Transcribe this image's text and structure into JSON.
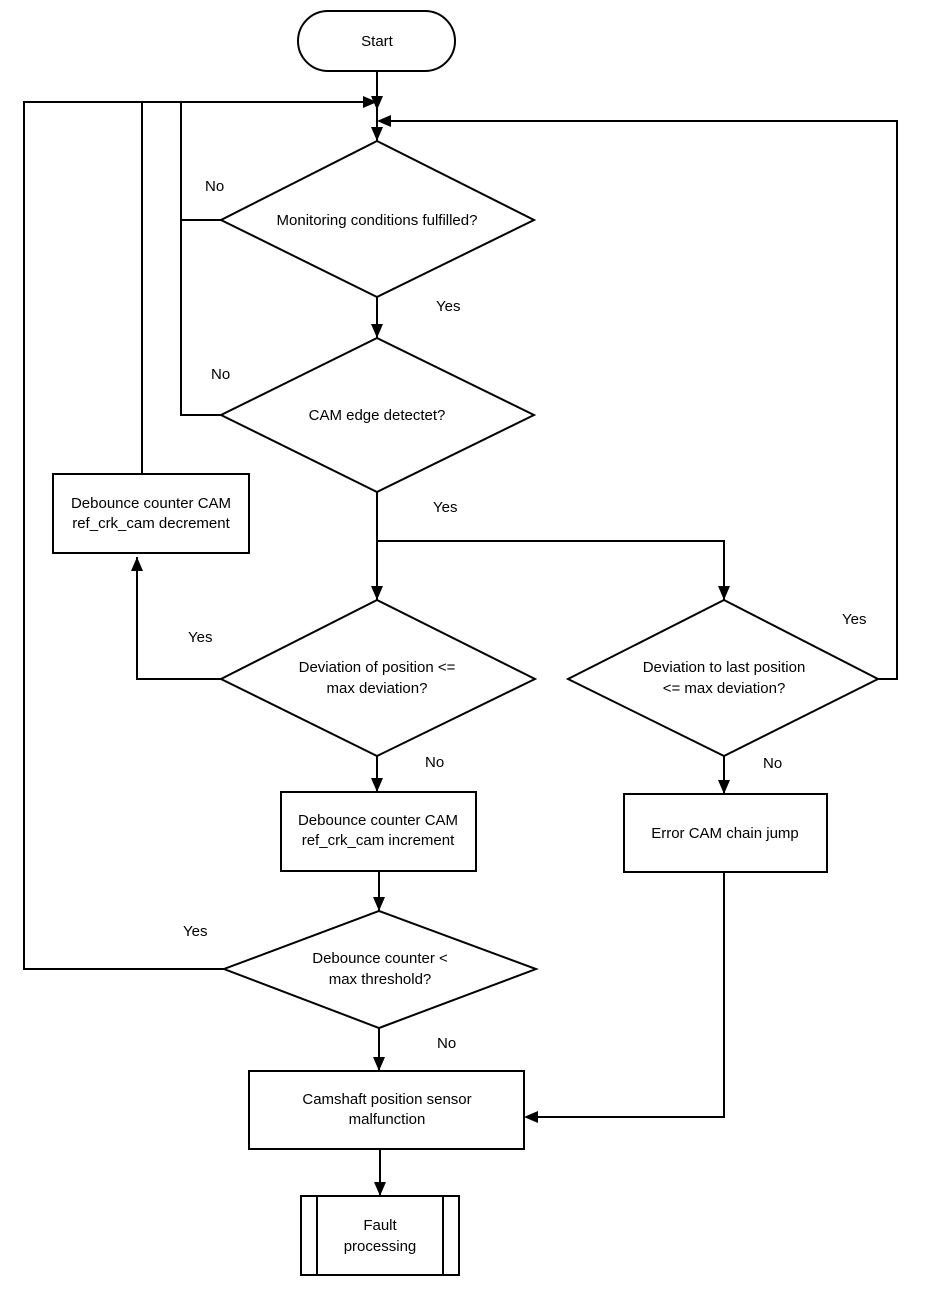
{
  "nodes": {
    "start": "Start",
    "monitoring": "Monitoring conditions fulfilled?",
    "cam_edge": "CAM edge detectet?",
    "debounce_dec": [
      "Debounce counter CAM",
      "ref_crk_cam decrement"
    ],
    "deviation_pos": [
      "Deviation of position <=",
      "max deviation?"
    ],
    "deviation_last": [
      "Deviation to last position",
      "<= max deviation?"
    ],
    "debounce_inc": [
      "Debounce counter CAM",
      "ref_crk_cam increment"
    ],
    "error_chain": "Error CAM chain jump",
    "debounce_thr": [
      "Debounce counter <",
      "max threshold?"
    ],
    "malfunction": [
      "Camshaft position sensor",
      "malfunction"
    ],
    "fault": [
      "Fault",
      "processing"
    ]
  },
  "edge_labels": {
    "monitoring_no": "No",
    "monitoring_yes": "Yes",
    "cam_edge_no": "No",
    "cam_edge_yes": "Yes",
    "deviation_pos_yes": "Yes",
    "deviation_pos_no": "No",
    "deviation_last_yes": "Yes",
    "deviation_last_no": "No",
    "debounce_thr_yes": "Yes",
    "debounce_thr_no": "No"
  }
}
